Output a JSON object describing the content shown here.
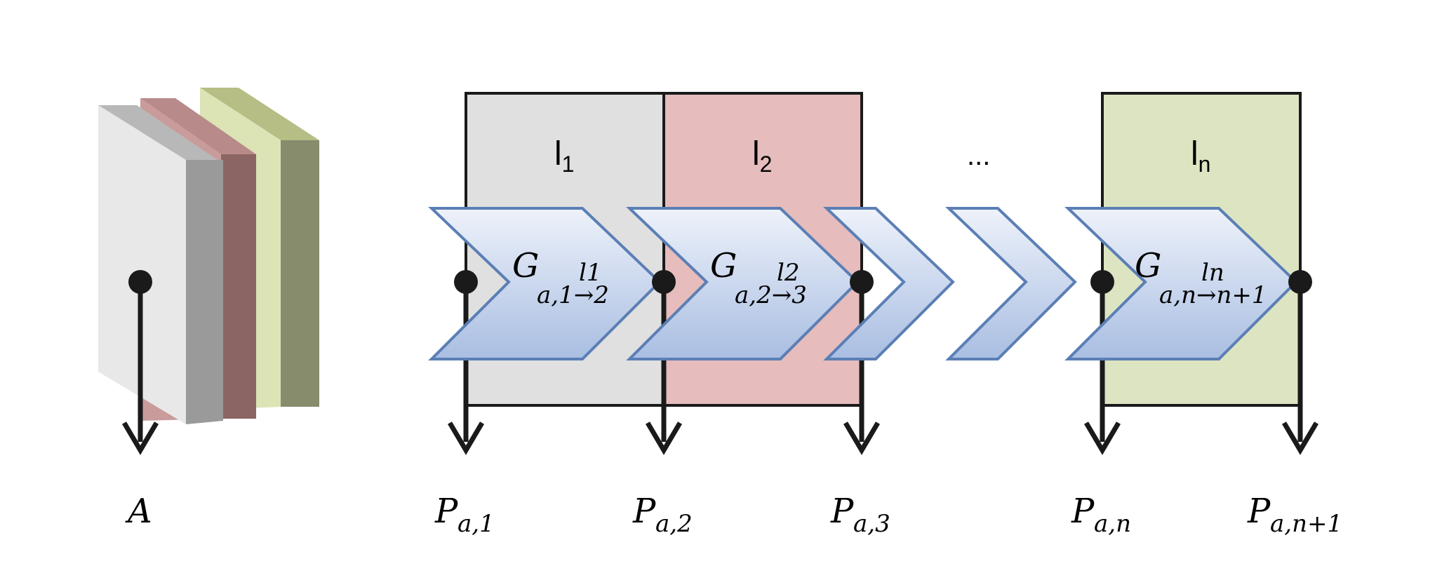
{
  "stack_label": "A",
  "ellipsis": "...",
  "layers": [
    {
      "main": "l",
      "sub": "1",
      "color": "#e0e0e0"
    },
    {
      "main": "l",
      "sub": "2",
      "color": "#e6bcbc"
    },
    {
      "main": "l",
      "sub": "n",
      "color": "#dde4c2"
    }
  ],
  "transfers": [
    {
      "main": "G",
      "sup": "l1",
      "sub": "a,1→2"
    },
    {
      "main": "G",
      "sup": "l2",
      "sub": "a,2→3"
    },
    {
      "main": "G",
      "sup": "ln",
      "sub": "a,n→n+1"
    }
  ],
  "ports": [
    {
      "main": "P",
      "sub": "a,1"
    },
    {
      "main": "P",
      "sub": "a,2"
    },
    {
      "main": "P",
      "sub": "a,3"
    },
    {
      "main": "P",
      "sub": "a,n"
    },
    {
      "main": "P",
      "sub": "a,n+1"
    }
  ],
  "colors": {
    "line": "#1a1a1a",
    "chevron_stroke": "#5b7fb5",
    "chevron_top": "#eef2fa",
    "chevron_bottom": "#aabfe2",
    "slab_gray": "#e3e3e3",
    "slab_pink": "#c99a9a",
    "slab_green": "#d6deaa"
  }
}
